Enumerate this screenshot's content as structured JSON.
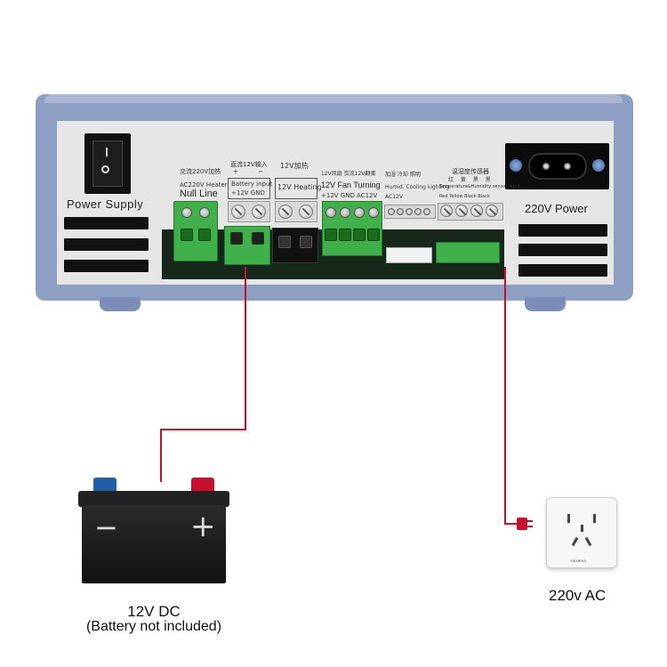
{
  "device": {
    "power_switch_label": "Power Supply",
    "ac_inlet_label": "220V Power",
    "terminals": {
      "heater_cn": "交流220V加热",
      "heater_en": "AC220V Heater",
      "heater_sub": "Null Line",
      "battery_cn": "直流12V输入",
      "battery_pol": "+ −",
      "battery_en": "Battery input",
      "battery_sub": "+12V GND",
      "heating12_cn": "12V加热",
      "heating12_en": "12V Heating",
      "fan_cn": "12V风扇 交流12V翻蛋",
      "fan_en": "12V Fan Turning",
      "fan_sub": "+12V GND AC12V",
      "mid_cn": "加湿 冷却 照明",
      "mid_en": "Humid. Cooling Lighting",
      "mid_sub": "AC12V",
      "sensor_cn": "温湿度传感器",
      "sensor_colors_cn": "红 黄 黑 黑",
      "sensor_en": "Temperature&Humidity sensor input",
      "sensor_sub": "Red Yellow Black Black"
    }
  },
  "battery": {
    "minus_symbol": "−",
    "plus_symbol": "+",
    "label_line1": "12V DC",
    "label_line2": "(Battery not included)"
  },
  "outlet": {
    "brand": "SIEMENS",
    "label": "220v AC"
  },
  "colors": {
    "housing": "#8e9fc4",
    "panel": "#e6e6e6",
    "terminal_green": "#3fb04a",
    "wire_red": "#c8102e"
  }
}
